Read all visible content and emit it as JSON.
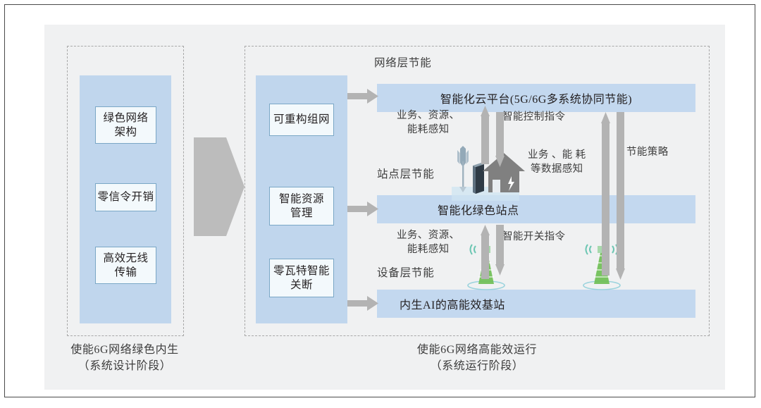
{
  "figure": {
    "background": "#f0f1f2",
    "accent_blue": "#c3d8ef",
    "box_border": "#7aa7c6",
    "arrow_gray": "#b3b3b3"
  },
  "left_stage": {
    "boxes": [
      {
        "label": "绿色网络\n架构"
      },
      {
        "label": "零信令开销"
      },
      {
        "label": "高效无线\n传输"
      }
    ],
    "caption_line1": "使能6G网络绿色内生",
    "caption_line2": "（系统设计阶段）"
  },
  "transition": {
    "icon": "chevron-right-icon"
  },
  "right_stage": {
    "boxes": [
      {
        "label": "可重构组网"
      },
      {
        "label": "智能资源\n管理"
      },
      {
        "label": "零瓦特智能\n关断"
      }
    ],
    "layers": [
      {
        "label": "网络层节能",
        "bar_text": "智能化云平台(5G/6G多系统协同节能)"
      },
      {
        "label": "站点层节能",
        "bar_text": "智能化绿色站点"
      },
      {
        "label": "设备层节能",
        "bar_text": "内生AI的高能效基站"
      }
    ],
    "flows": {
      "sense_top": "业务、资源、\n能耗感知",
      "control_top": "智能控制指令",
      "sense_mid": "业务 、能 耗\n等数据感知",
      "policy": "节能策略",
      "sense_bottom": "业务、资源、\n能耗感知",
      "switch_cmd": "智能开关指令"
    },
    "icons": [
      "antenna-icon",
      "server-cabinet-icon",
      "house-power-icon",
      "cell-tower-icon",
      "cell-tower-icon"
    ],
    "caption_line1": "使能6G网络高能效运行",
    "caption_line2": "（系统运行阶段）"
  }
}
